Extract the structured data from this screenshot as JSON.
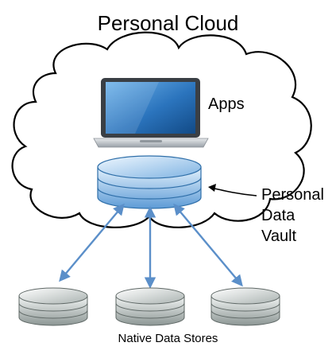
{
  "diagram": {
    "title": "Personal Cloud",
    "apps_label": "Apps",
    "vault_label_lines": [
      "Personal",
      "Data",
      "Vault"
    ],
    "native_label": "Native Data Stores",
    "colors": {
      "cloud_stroke": "#000000",
      "vault_fill_light": "#c9e2f7",
      "vault_fill_dark": "#4f91d0",
      "store_fill_light": "#e9eeed",
      "store_fill_dark": "#7f8a88",
      "arrow": "#5b8fc9",
      "laptop_screen": "#2a6fb5",
      "laptop_body": "#b9bfc6"
    },
    "icons": [
      "laptop-icon",
      "database-icon"
    ]
  }
}
